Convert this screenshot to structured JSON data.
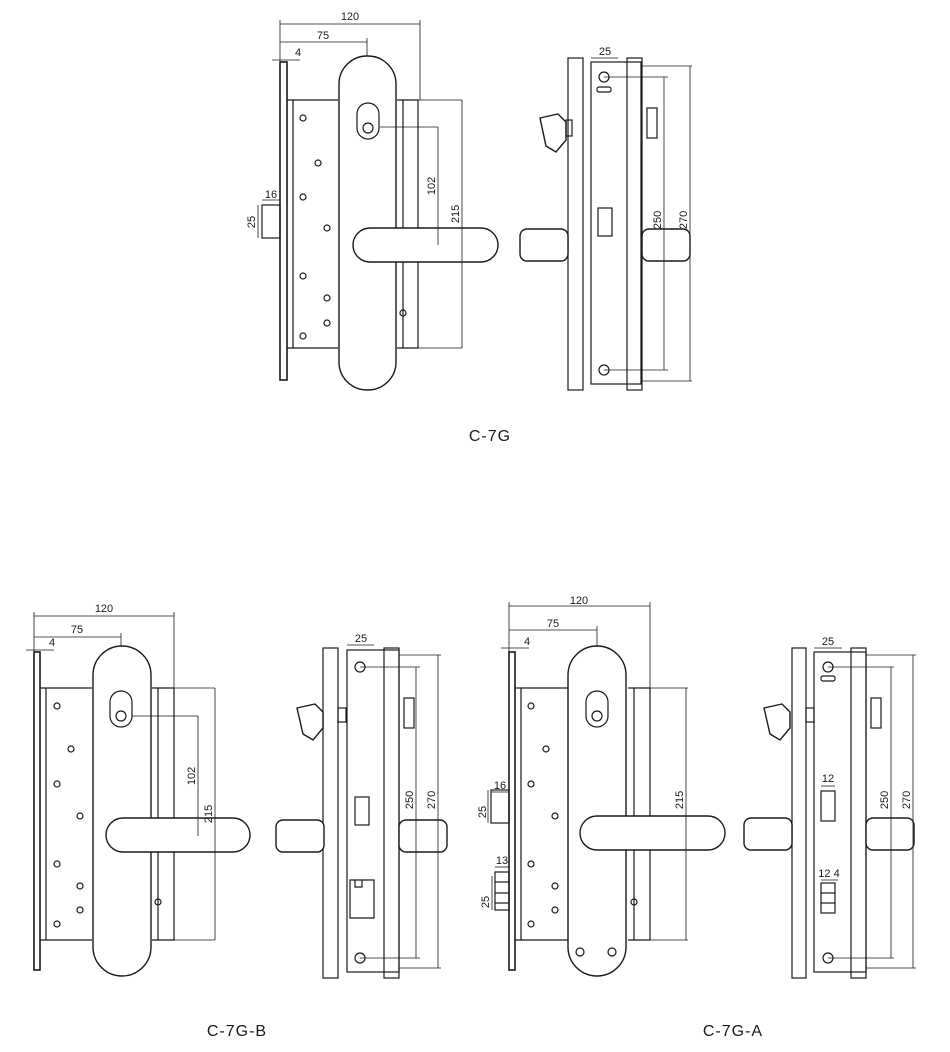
{
  "drawings": [
    {
      "caption": "C-7G",
      "front": {
        "dim_width": "120",
        "dim_backset": "75",
        "dim_plate": "4",
        "dim_cyl_to_handle": "102",
        "dim_body": "215",
        "dim_latch_h": "25",
        "dim_latch_w": "16"
      },
      "side": {
        "dim_depth": "25",
        "dim_inner": "250",
        "dim_outer": "270"
      }
    },
    {
      "caption": "C-7G-B",
      "front": {
        "dim_width": "120",
        "dim_backset": "75",
        "dim_plate": "4",
        "dim_cyl_to_handle": "102",
        "dim_body": "215"
      },
      "side": {
        "dim_depth": "25",
        "dim_inner": "250",
        "dim_outer": "270"
      }
    },
    {
      "caption": "C-7G-A",
      "front": {
        "dim_width": "120",
        "dim_backset": "75",
        "dim_plate": "4",
        "dim_body": "215",
        "dim_latch_h": "25",
        "dim_latch_w": "16",
        "dim_bolt_h": "25",
        "dim_bolt_w": "13"
      },
      "side": {
        "dim_depth": "25",
        "dim_inner": "250",
        "dim_outer": "270",
        "dim_latch_slot": "12",
        "dim_bolt_slot": "12 4"
      }
    }
  ]
}
